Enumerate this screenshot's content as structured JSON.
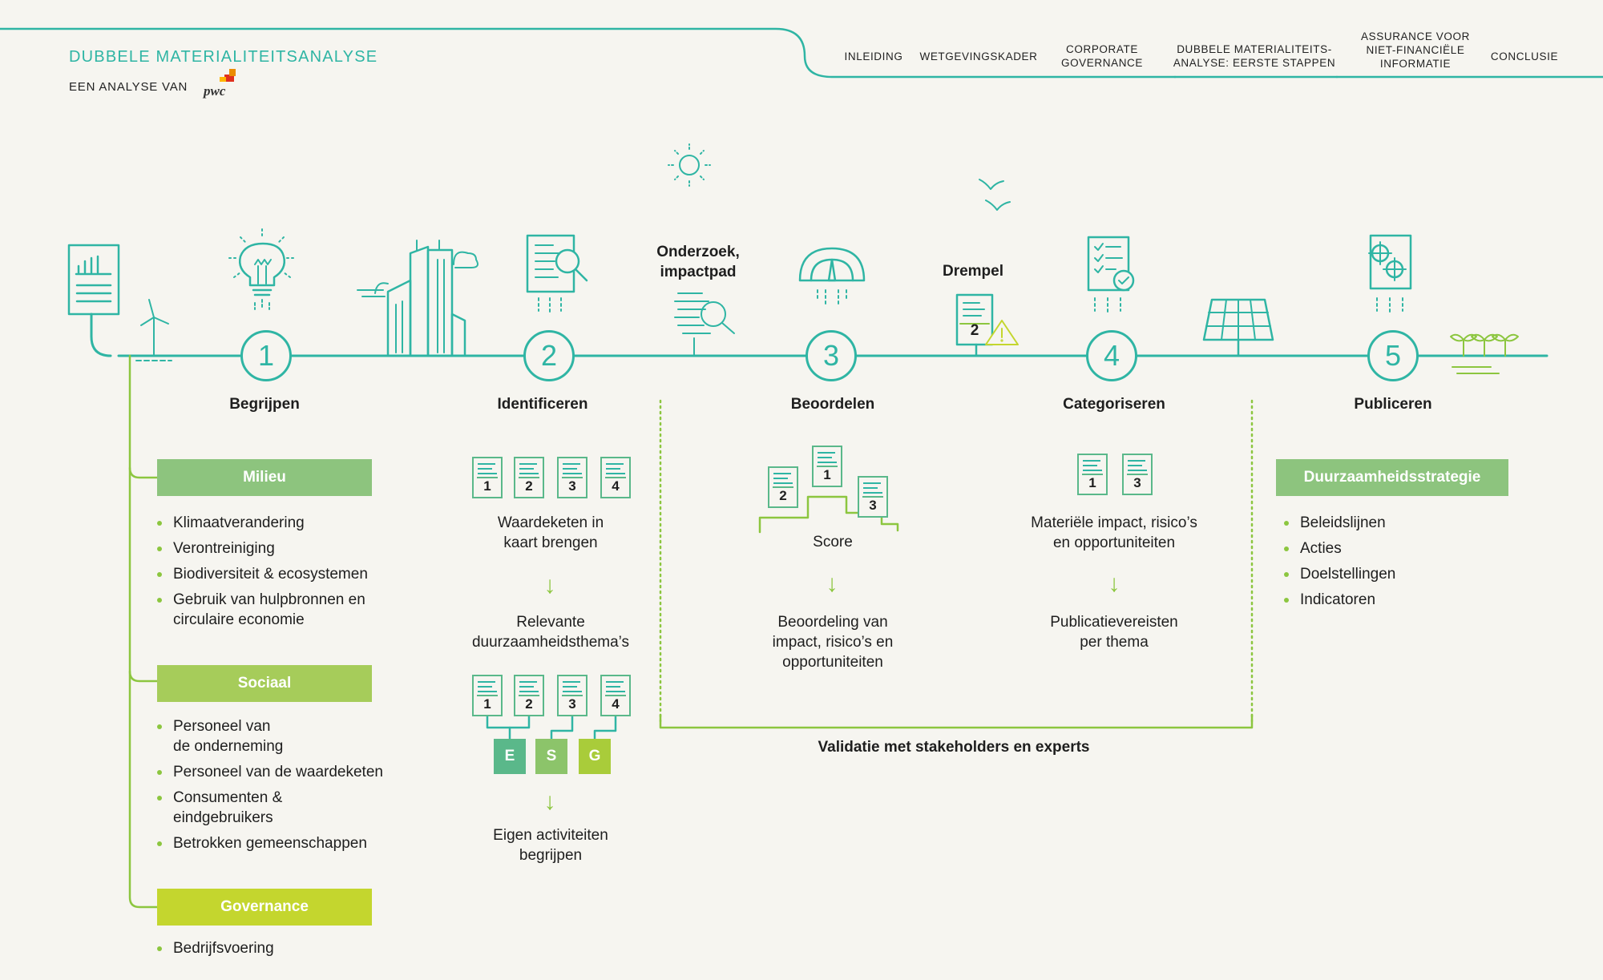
{
  "header": {
    "title": "DUBBELE MATERIALITEITSANALYSE",
    "subtitle": "EEN ANALYSE VAN",
    "logo_text": "pwc"
  },
  "nav": {
    "items": [
      {
        "label": "INLEIDING"
      },
      {
        "label": "WETGEVINGSKADER"
      },
      {
        "label": "CORPORATE\nGOVERNANCE"
      },
      {
        "label": "DUBBELE MATERIALITEITS-\nANALYSE: EERSTE STAPPEN",
        "active": true
      },
      {
        "label": "ASSURANCE VOOR\nNIET-FINANCIËLE\nINFORMATIE"
      },
      {
        "label": "CONCLUSIE"
      }
    ]
  },
  "steps": [
    {
      "number": "1",
      "label": "Begrijpen"
    },
    {
      "number": "2",
      "label": "Identificeren"
    },
    {
      "number": "3",
      "label": "Beoordelen"
    },
    {
      "number": "4",
      "label": "Categoriseren"
    },
    {
      "number": "5",
      "label": "Publiceren"
    }
  ],
  "icon_captions": {
    "onderzoek": "Onderzoek,\nimpactpad",
    "drempel": "Drempel",
    "drempel_doc_number": "2"
  },
  "categories": [
    {
      "name": "Milieu",
      "color": "#8dc47e",
      "items": [
        "Klimaatverandering",
        "Verontreiniging",
        "Biodiversiteit & ecosystemen",
        "Gebruik van hulpbronnen en\ncirculaire economie"
      ]
    },
    {
      "name": "Sociaal",
      "color": "#a6cc5a",
      "items": [
        "Personeel van\nde onderneming",
        "Personeel van de waardeketen",
        "Consumenten &\neindgebruikers",
        "Betrokken gemeenschappen"
      ]
    },
    {
      "name": "Governance",
      "color": "#c4d62e",
      "items": [
        "Bedrijfsvoering"
      ]
    }
  ],
  "identificeren": {
    "docs_top": [
      "1",
      "2",
      "3",
      "4"
    ],
    "text1": "Waardeketen in\nkaart brengen",
    "text2": "Relevante\nduurzaamheidsthema’s",
    "docs_bottom": [
      "1",
      "2",
      "3",
      "4"
    ],
    "esg": [
      {
        "label": "E",
        "color": "#5ab88a"
      },
      {
        "label": "S",
        "color": "#8cc46a"
      },
      {
        "label": "G",
        "color": "#a9cc3a"
      }
    ],
    "text3": "Eigen activiteiten\nbegrijpen"
  },
  "beoordelen": {
    "docs": [
      "2",
      "1",
      "3"
    ],
    "score": "Score",
    "text": "Beoordeling van\nimpact, risico’s en\nopportuniteiten"
  },
  "categoriseren": {
    "docs": [
      "1",
      "3"
    ],
    "text1": "Materiële impact, risico’s\nen opportuniteiten",
    "text2": "Publicatievereisten\nper thema"
  },
  "validatie": "Validatie met stakeholders en experts",
  "publiceren": {
    "bar": "Duurzaamheidsstrategie",
    "bar_color": "#8dc47e",
    "items": [
      "Beleidslijnen",
      "Acties",
      "Doelstellingen",
      "Indicatoren"
    ]
  },
  "colors": {
    "teal": "#2fb5a4",
    "green": "#8cc63f",
    "background": "#f6f5f0"
  },
  "icons": [
    "report-chart-icon",
    "wind-turbine-icon",
    "lightbulb-icon",
    "buildings-icon",
    "document-search-icon",
    "sun-icon",
    "birds-icon",
    "gauge-icon",
    "checklist-icon",
    "solar-panel-icon",
    "target-icon",
    "sprouts-icon",
    "warning-icon"
  ]
}
